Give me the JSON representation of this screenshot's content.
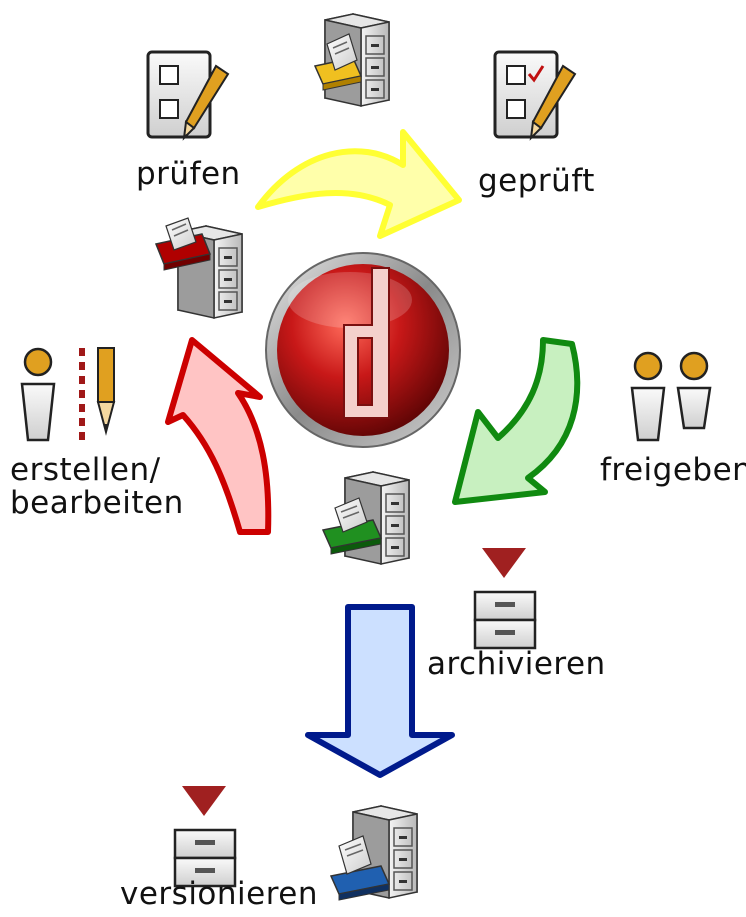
{
  "steps": {
    "pruefen": "prüfen",
    "geprueft": "geprüft",
    "erstellen": "erstellen/",
    "bearbeiten": "bearbeiten",
    "freigeben": "freigeben",
    "archivieren": "archivieren",
    "versionieren": "versionieren"
  },
  "logo_letter": "d",
  "colors": {
    "arrow_yellow": "#ffff33",
    "arrow_green": "#108a10",
    "arrow_red": "#cc0000",
    "arrow_blue": "#001a8c",
    "logo_red": "#c01010",
    "drawer_yellow": "#f0c020",
    "drawer_red": "#b00000",
    "drawer_green": "#209020",
    "drawer_blue": "#2060b0",
    "person": "#e0a020"
  }
}
